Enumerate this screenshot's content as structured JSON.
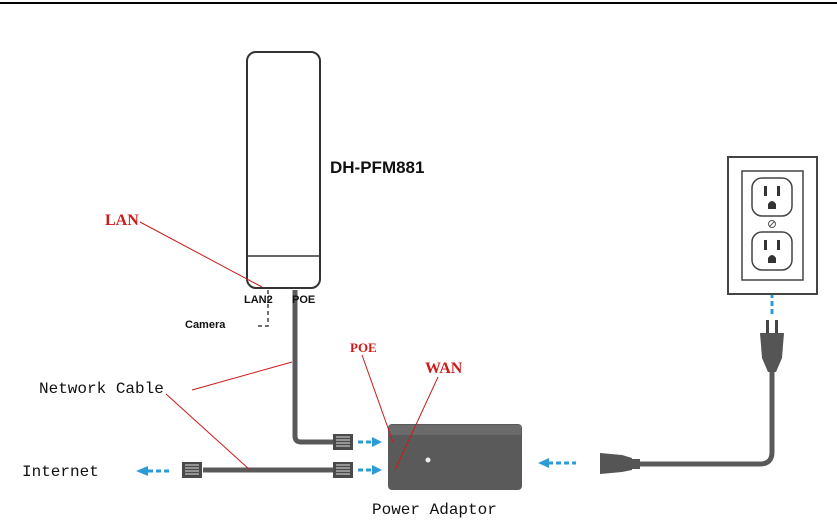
{
  "device": {
    "model": "DH-PFM881"
  },
  "ports": {
    "lan2": "LAN2",
    "poe": "POE",
    "camera": "Camera"
  },
  "callouts": {
    "lan": "LAN",
    "poe": "POE",
    "wan": "WAN"
  },
  "labels": {
    "network_cable": "Network Cable",
    "internet": "Internet",
    "power_adaptor": "Power Adaptor"
  },
  "colors": {
    "cable": "#595959",
    "arrow": "#2e9bd6",
    "callout": "#cc1a1a",
    "adaptor": "#5a5a5a"
  }
}
